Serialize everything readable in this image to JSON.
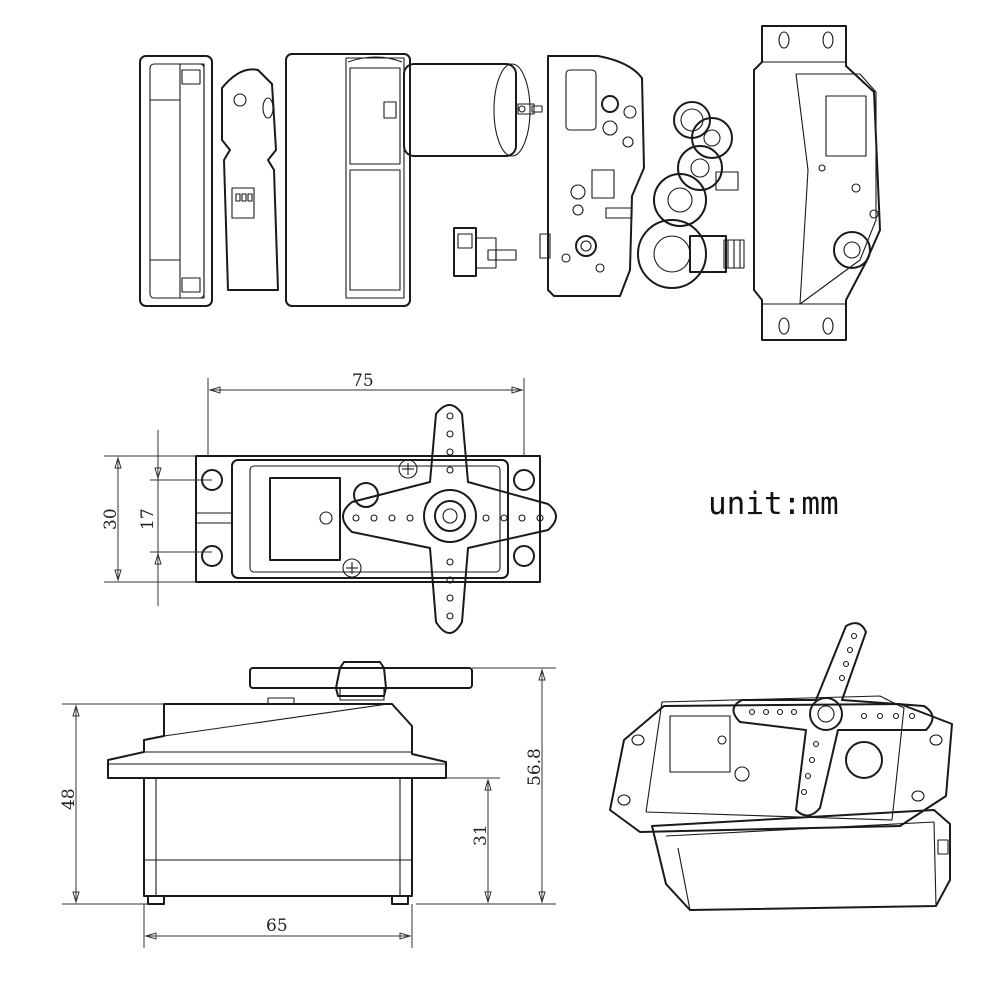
{
  "unit_label": "unit:mm",
  "dimensions": {
    "width_top": "75",
    "height_outer": "30",
    "height_inner": "17",
    "height_body": "48",
    "height_total": "56.8",
    "height_flange": "31",
    "width_body": "65"
  },
  "colors": {
    "line": "#1a1a1a",
    "background": "#ffffff"
  }
}
